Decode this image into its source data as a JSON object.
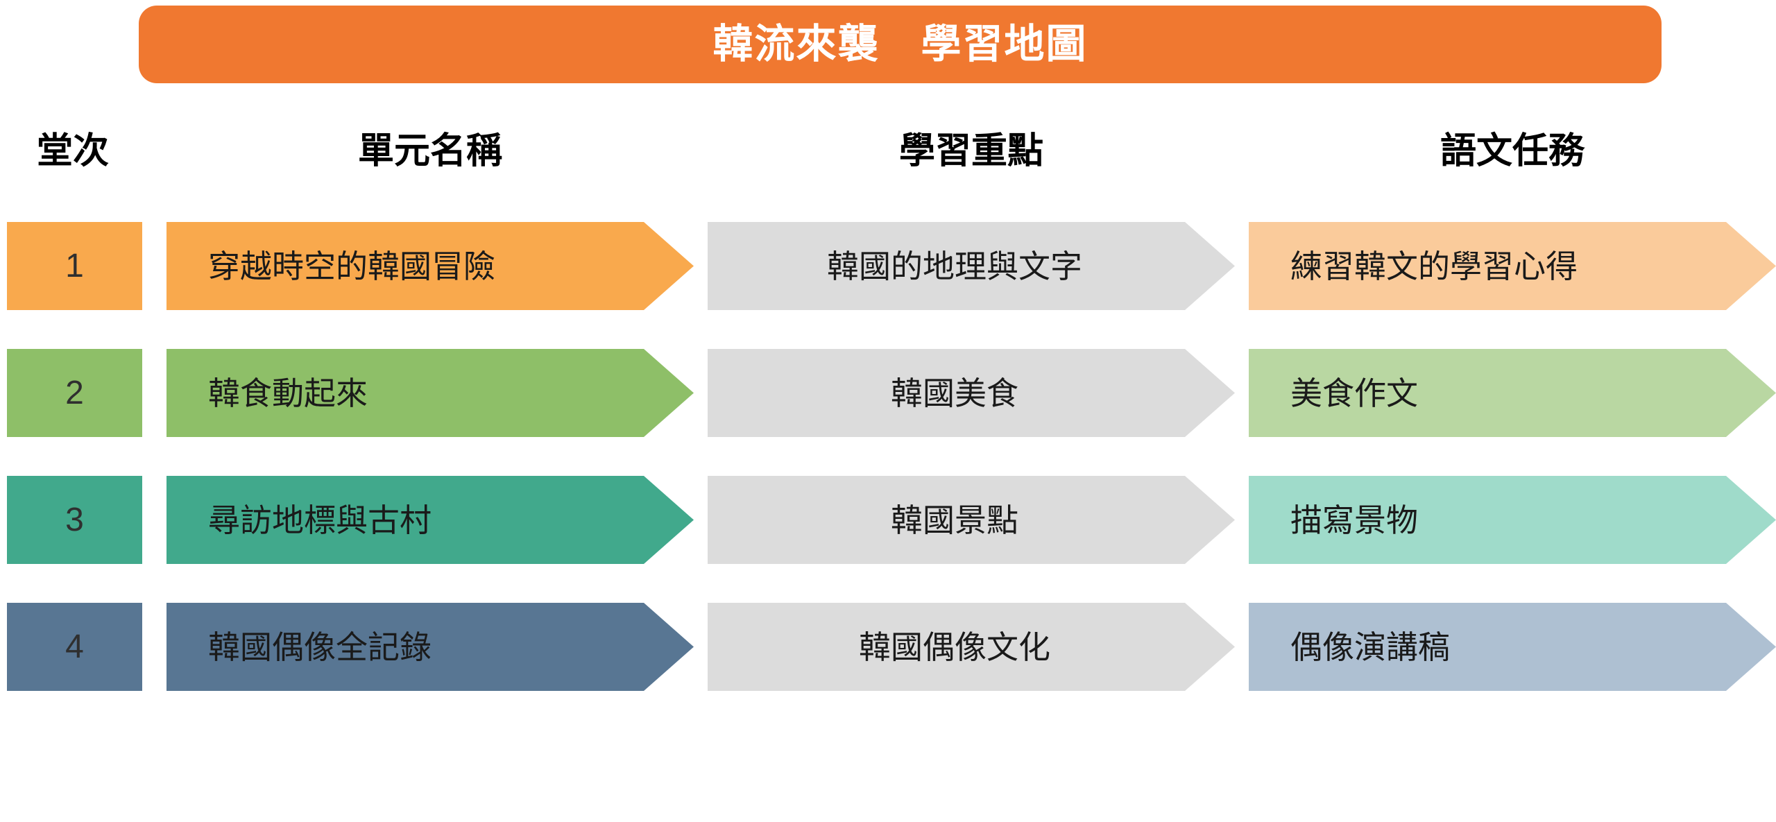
{
  "title": {
    "text": "韓流來襲　學習地圖",
    "background_color": "#F07830",
    "text_color": "#FFFFFF"
  },
  "headers": [
    {
      "label": "堂次"
    },
    {
      "label": "單元名稱"
    },
    {
      "label": "學習重點"
    },
    {
      "label": "語文任務"
    }
  ],
  "colors": {
    "focus_grey": "#DCDCDC",
    "row1_strong": "#F9A94D",
    "row1_light": "#FACB9B",
    "row2_strong": "#8EBF68",
    "row2_light": "#B9D7A2",
    "row3_strong": "#41A98C",
    "row3_light": "#9FDBCA",
    "row4_strong": "#587693",
    "row4_light": "#AEC0D2"
  },
  "rows": [
    {
      "number": "1",
      "unit": "穿越時空的韓國冒險",
      "focus": "韓國的地理與文字",
      "task": "練習韓文的學習心得",
      "strong_color": "#F9A94D",
      "light_color": "#FACB9B"
    },
    {
      "number": "2",
      "unit": "韓食動起來",
      "focus": "韓國美食",
      "task": "美食作文",
      "strong_color": "#8EBF68",
      "light_color": "#B9D7A2"
    },
    {
      "number": "3",
      "unit": "尋訪地標與古村",
      "focus": "韓國景點",
      "task": "描寫景物",
      "strong_color": "#41A98C",
      "light_color": "#9FDBCA"
    },
    {
      "number": "4",
      "unit": "韓國偶像全記錄",
      "focus": "韓國偶像文化",
      "task": "偶像演講稿",
      "strong_color": "#587693",
      "light_color": "#AEC0D2"
    }
  ]
}
